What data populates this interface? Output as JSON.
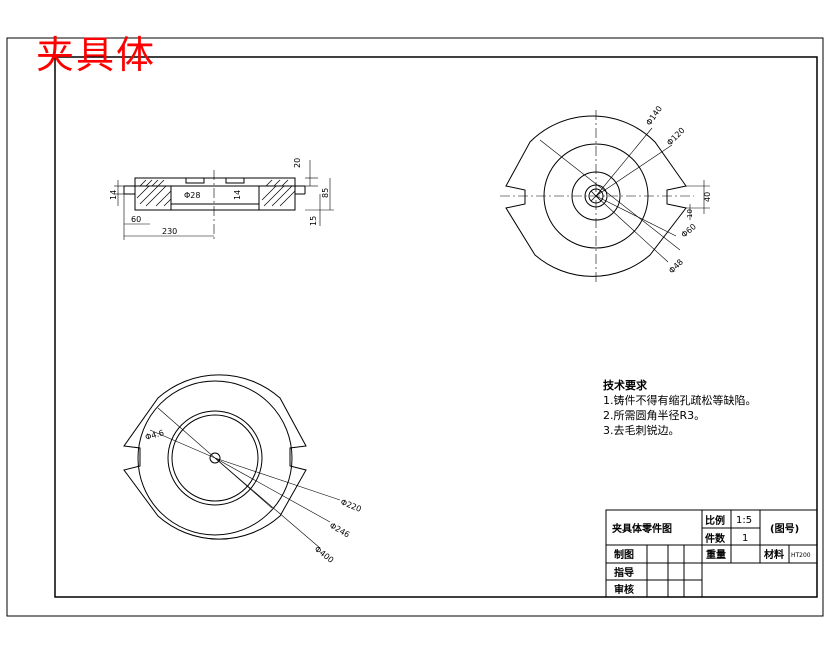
{
  "drawing_title": "夹具体",
  "dimensions": {
    "top_height": "20",
    "left_height": "14",
    "hole_dia": "Φ28",
    "inner_height": "14",
    "total_height": "85",
    "base_height": "15",
    "left_offset": "60",
    "half_width": "230",
    "plan_d1": "Φ140",
    "plan_d2": "Φ120",
    "slot_width": "40",
    "slot_depth": "10",
    "plan_d3": "Φ60",
    "plan_d4": "Φ48",
    "bottom_d1": "Φ4.6",
    "bottom_d2": "Φ220",
    "bottom_d3": "Φ246",
    "bottom_d4": "Φ400"
  },
  "notes": {
    "heading": "技术要求",
    "items": [
      "1.铸件不得有缩孔疏松等缺陷。",
      "2.所需圆角半径R3。",
      "3.去毛刺锐边。"
    ]
  },
  "title_block": {
    "part_name": "夹具体零件图",
    "scale_label": "比例",
    "scale_value": "1:5",
    "count_label": "件数",
    "count_value": "1",
    "drawing_no": "(图号)",
    "drawn_by": "制图",
    "weight_label": "重量",
    "material_label": "材料",
    "material_value": "HT200",
    "guided_by": "指导",
    "reviewed_by": "审核"
  }
}
